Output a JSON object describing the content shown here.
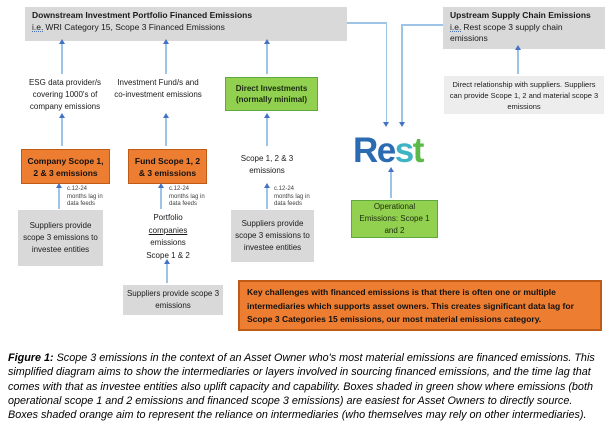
{
  "diagram": {
    "downstream": {
      "title": "Downstream Investment Portfolio Financed Emissions",
      "ie": "i.e.",
      "subtitle": "WRI Category 15, Scope 3 Financed Emissions"
    },
    "upstream": {
      "title": "Upstream Supply Chain Emissions",
      "ie": "i.e.",
      "subtitle": "Rest scope 3 supply chain emissions"
    },
    "esg_provider": "ESG data provider/s covering 1000's of company emissions",
    "investment_fund": "Investment Fund/s and co-investment emissions",
    "direct_investments": "Direct Investments (normally minimal)",
    "company_scope": "Company Scope 1, 2 & 3 emissions",
    "fund_scope": "Fund Scope 1, 2 & 3 emissions",
    "scope123": "Scope 1, 2 & 3 emissions",
    "lag_note": "c.12-24 months lag in data feeds",
    "suppliers_left": "Suppliers provide scope 3 emissions to investee entities",
    "portfolio": {
      "line1": "Portfolio",
      "line2": "companies",
      "line3": "emissions",
      "line4": "Scope 1 & 2"
    },
    "suppliers_right": "Suppliers provide scope 3 emissions to investee entities",
    "suppliers_bottom": "Suppliers provide scope 3 emissions",
    "direct_relationship": "Direct relationship with suppliers. Suppliers can provide Scope 1, 2 and material scope 3 emissions",
    "operational": "Operational Emissions: Scope 1 and 2",
    "key_challenges": "Key challenges with financed emissions is that there is often one or multiple intermediaries which supports asset owners. This creates significant data lag for Scope 3 Categories 15 emissions, our most material emissions category.",
    "logo": {
      "r": "R",
      "e": "e",
      "s": "s",
      "t": "t"
    }
  },
  "caption": {
    "label": "Figure 1:",
    "text": "Scope 3 emissions in the context of an Asset Owner who's most material emissions are financed emissions. This simplified diagram aims to show the intermediaries or layers involved in sourcing financed emissions, and the time lag that comes with that as investee entities also uplift capacity and capability. Boxes shaded in green show where emissions (both operational scope 1 and 2 emissions and financed scope 3 emissions) are easiest for Asset Owners to directly source. Boxes shaded orange aim to represent the reliance on intermediaries (who themselves may rely on other intermediaries)."
  },
  "colors": {
    "orange_fill": "#ED7D31",
    "orange_border": "#BF5B17",
    "green_fill": "#92D050",
    "green_border": "#5FA83D",
    "gray_fill": "#D9D9D9",
    "light_gray_fill": "#EDEDED",
    "arrow_line": "#9DC3E6",
    "arrow_head": "#4472C4",
    "logo_blue": "#2B6BB2",
    "logo_teal": "#3FB3C6",
    "logo_green": "#5BB947"
  }
}
